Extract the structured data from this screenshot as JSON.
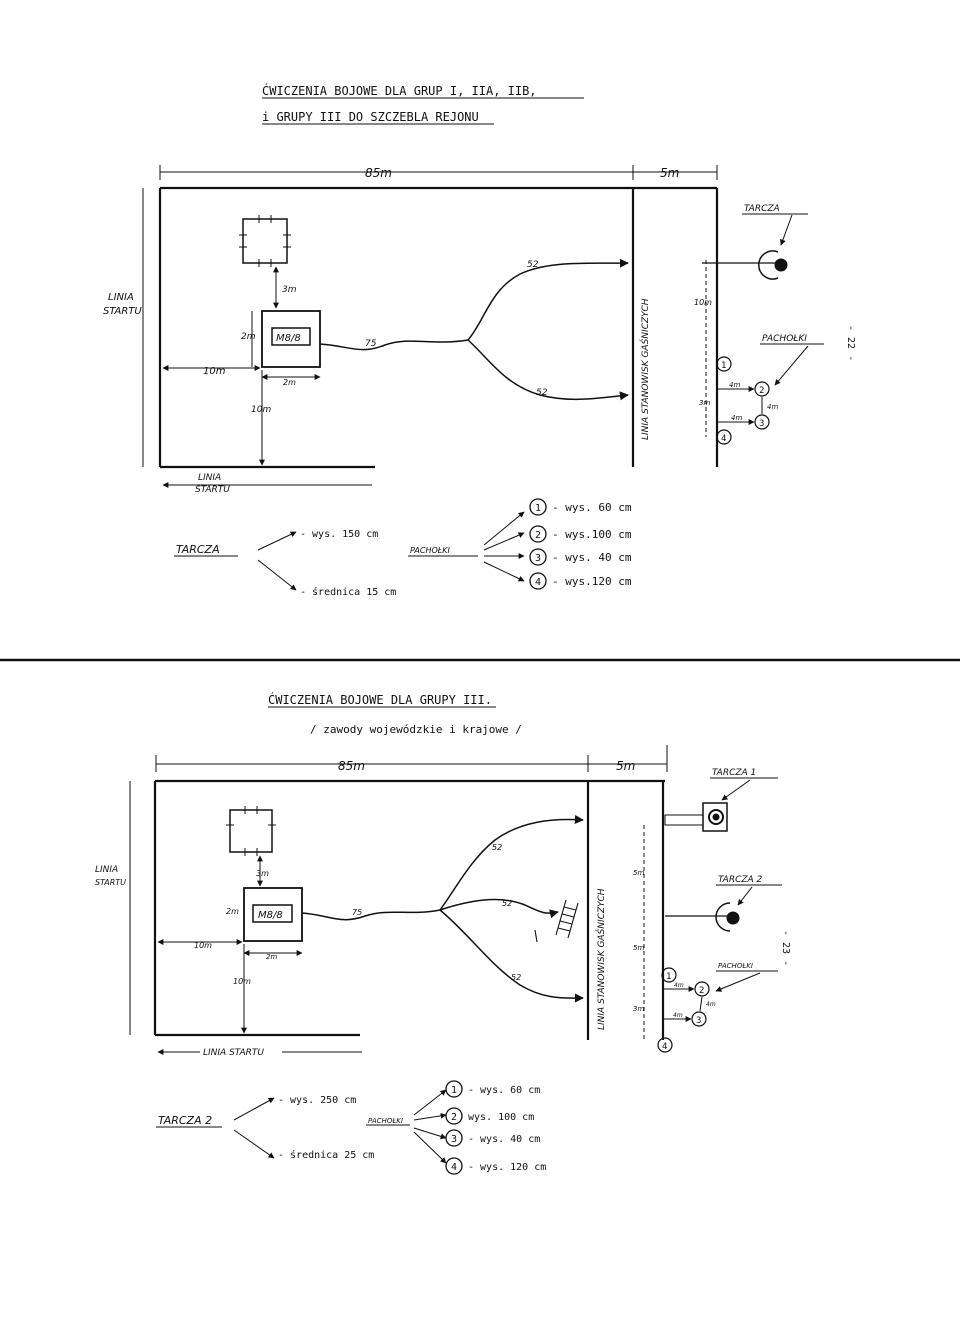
{
  "top": {
    "title_line1": "ĆWICZENIA BOJOWE DLA GRUP I, IIA, IIB,",
    "title_line2": "i GRUPY III DO SZCZEBLA REJONU",
    "dim_85": "85m",
    "dim_5": "5m",
    "linia_startu_left_1": "LINIA",
    "linia_startu_left_2": "STARTU",
    "linia_startu_bottom_1": "LINIA",
    "linia_startu_bottom_2": "STARTU",
    "dim_3m": "3m",
    "dim_2m_side": "2m",
    "dim_2m_bottom": "2m",
    "dim_10m_left": "10m",
    "dim_10m_down": "10m",
    "box_label": "M8/8",
    "hose_75": "75",
    "hose_52_top": "52",
    "hose_52_bottom": "52",
    "linia_stanowisk": "LINIA STANOWISK GAŚNICZYCH",
    "dim_10m_right": "10m",
    "dim_4m_a": "4m",
    "dim_4m_b": "4m",
    "dim_4m_c": "4m",
    "dim_3m_right": "3m",
    "tarcza": "TARCZA",
    "pacholki": "PACHOŁKI",
    "cones": [
      "1",
      "2",
      "3",
      "4"
    ],
    "legend_tarcza": "TARCZA",
    "legend_tarcza_height": "- wys. 150 cm",
    "legend_tarcza_diameter": "- średnica 15 cm",
    "legend_pacholki": "PACHOŁKI",
    "legend_cones": [
      {
        "num": "1",
        "text": "- wys. 60 cm"
      },
      {
        "num": "2",
        "text": "- wys.100 cm"
      },
      {
        "num": "3",
        "text": "- wys. 40 cm"
      },
      {
        "num": "4",
        "text": "- wys.120 cm"
      }
    ],
    "page_num": "- 22 -"
  },
  "bottom": {
    "title_line1": "ĆWICZENIA BOJOWE DLA GRUPY III.",
    "title_line2": "/ zawody wojewódzkie i krajowe /",
    "dim_85": "85m",
    "dim_5": "5m",
    "linia_startu_left_1": "LINIA",
    "linia_startu_left_2": "STARTU",
    "linia_startu_bottom": "LINIA STARTU",
    "dim_3m": "3m",
    "dim_2m_side": "2m",
    "dim_2m_bottom": "2m",
    "dim_10m_left": "10m",
    "dim_10m_down": "10m",
    "box_label": "M8/8",
    "hose_75": "75",
    "hose_52_a": "52",
    "hose_52_b": "52",
    "hose_52_c": "52",
    "linia_stanowisk": "LINIA STANOWISK GAŚNICZYCH",
    "dim_5m_a": "5m",
    "dim_5m_b": "5m",
    "dim_3m_right": "3m",
    "dim_4m_a": "4m",
    "dim_4m_b": "4m",
    "dim_4m_c": "4m",
    "tarcza1": "TARCZA 1",
    "tarcza2": "TARCZA 2",
    "pacholki": "PACHOŁKI",
    "cones": [
      "1",
      "2",
      "3",
      "4"
    ],
    "legend_tarcza": "TARCZA 2",
    "legend_tarcza_height": "- wys. 250 cm",
    "legend_tarcza_diameter": "- średnica 25 cm",
    "legend_pacholki": "PACHOŁKI",
    "legend_cones": [
      {
        "num": "1",
        "text": "- wys. 60 cm"
      },
      {
        "num": "2",
        "text": "wys. 100 cm"
      },
      {
        "num": "3",
        "text": "- wys. 40 cm"
      },
      {
        "num": "4",
        "text": "- wys. 120 cm"
      }
    ],
    "page_num": "- 23 -"
  }
}
